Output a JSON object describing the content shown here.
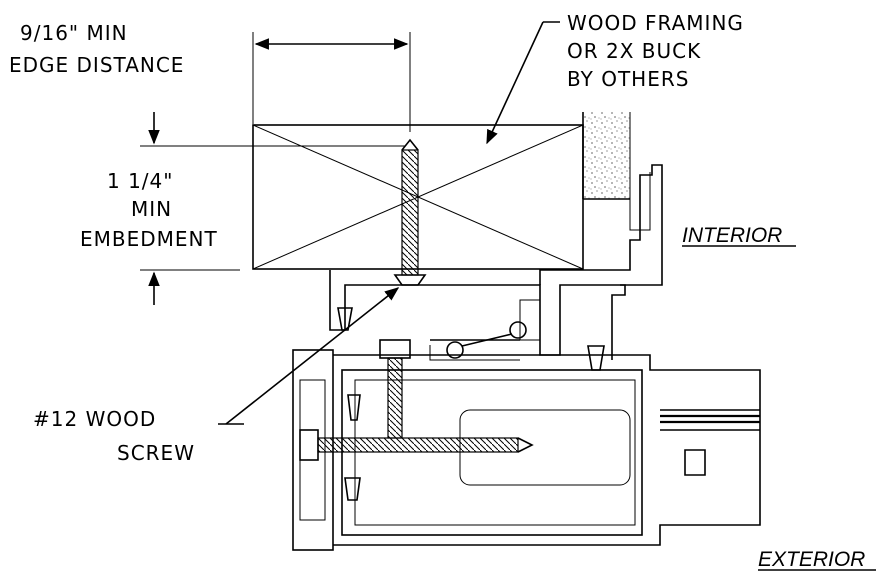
{
  "labels": {
    "edge_distance_line1": "9/16\" MIN",
    "edge_distance_line2": "EDGE DISTANCE",
    "framing_line1": "WOOD FRAMING",
    "framing_line2": "OR 2X BUCK",
    "framing_line3": "BY OTHERS",
    "embedment_line1": "1 1/4\"",
    "embedment_line2": "MIN",
    "embedment_line3": "EMBEDMENT",
    "screw_line1": "#12 WOOD",
    "screw_line2": "SCREW",
    "interior": "INTERIOR",
    "exterior": "EXTERIOR"
  }
}
